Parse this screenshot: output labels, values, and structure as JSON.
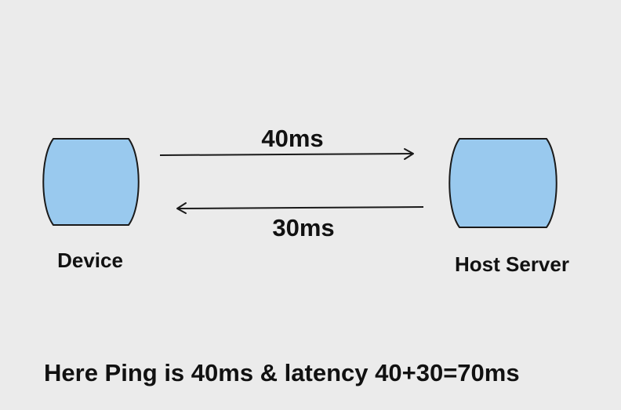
{
  "nodes": {
    "device": {
      "label": "Device"
    },
    "host": {
      "label": "Host Server"
    }
  },
  "edges": {
    "request": {
      "label": "40ms",
      "from": "Device",
      "to": "Host Server"
    },
    "response": {
      "label": "30ms",
      "from": "Host Server",
      "to": "Device"
    }
  },
  "caption": "Here Ping is 40ms & latency 40+30=70ms",
  "colors": {
    "background": "#ebebeb",
    "node_fill": "#99c9ee",
    "stroke": "#1a1a1a",
    "text": "#111111"
  }
}
